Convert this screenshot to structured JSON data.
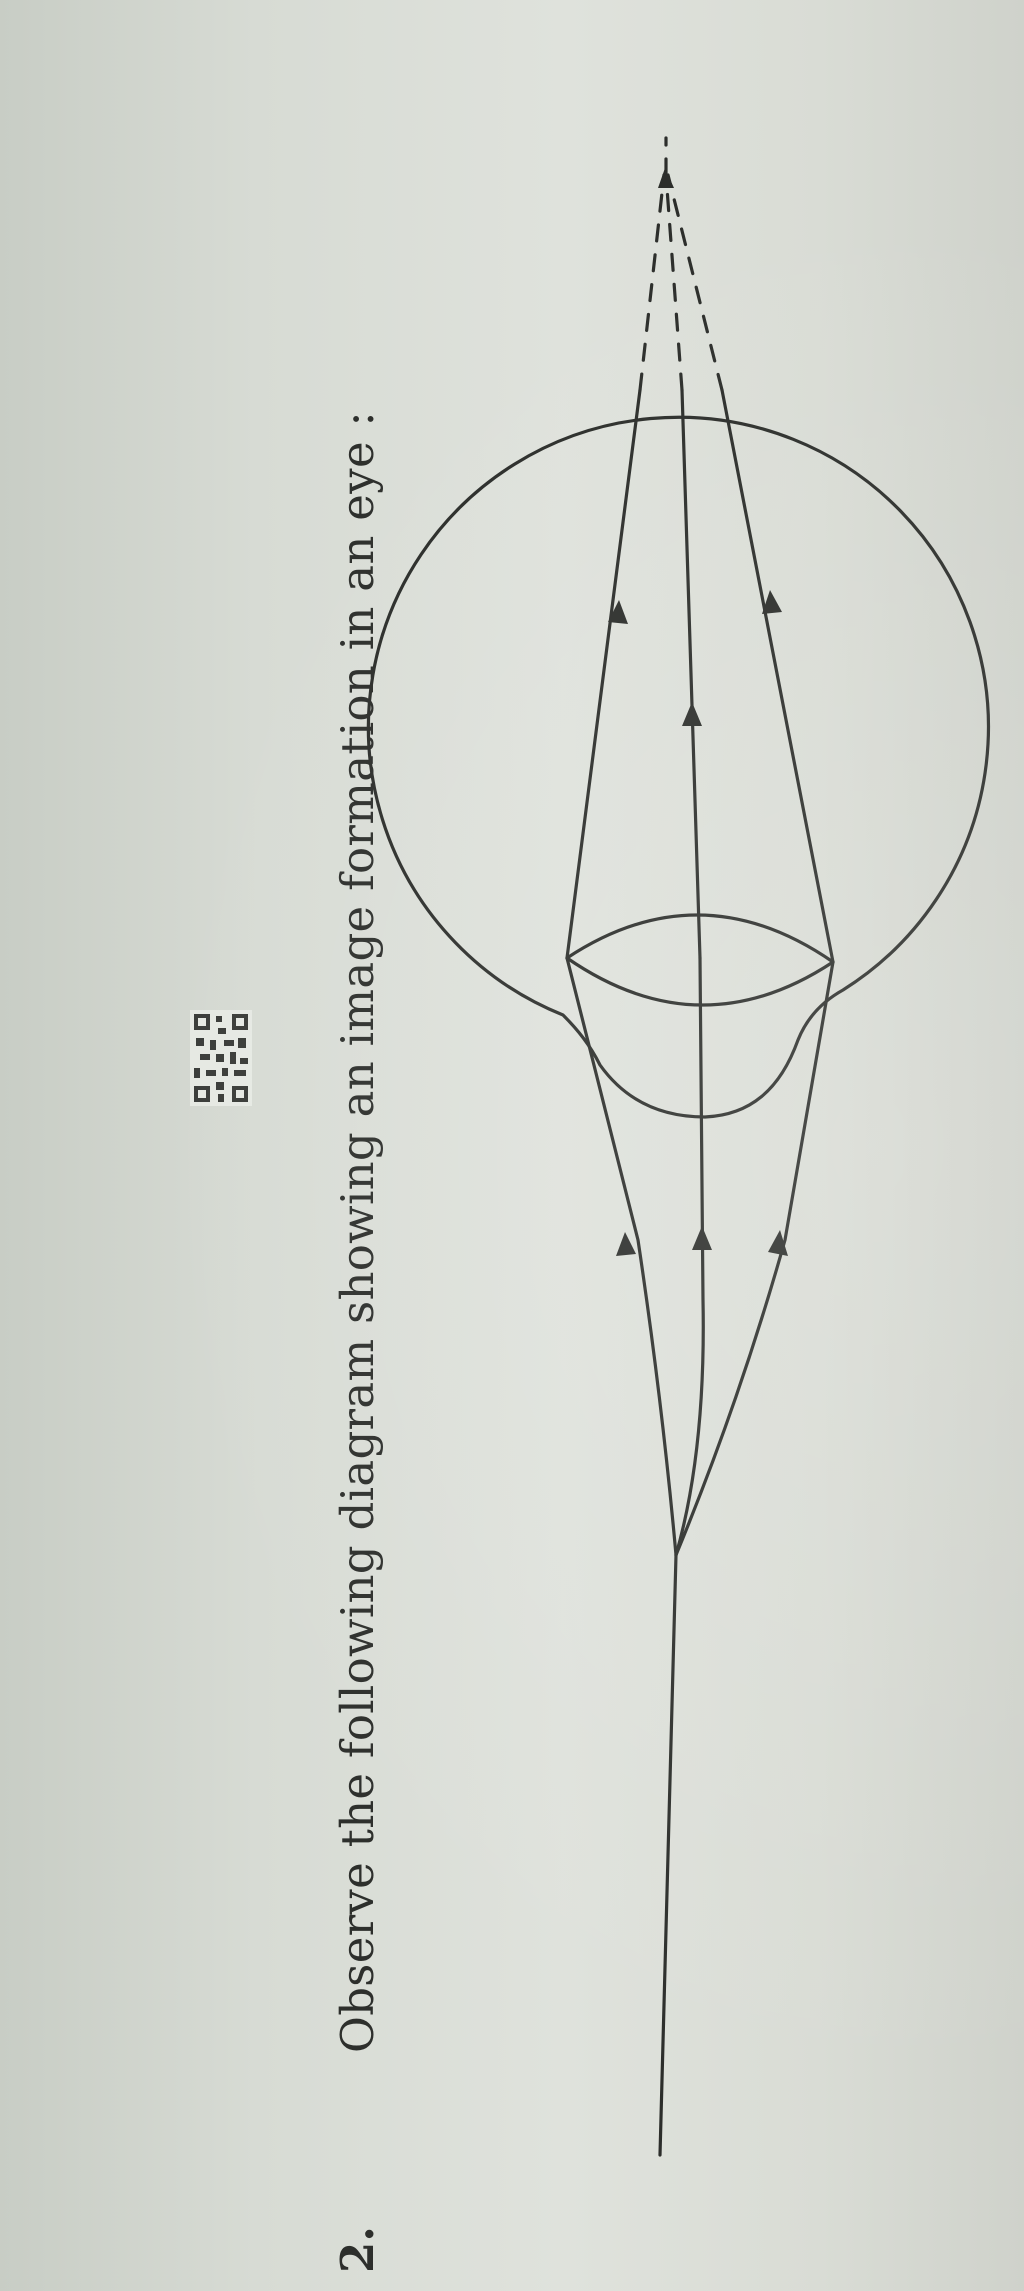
{
  "question": {
    "number": "2.",
    "text": "Observe the following diagram showing an image formation in an eye :"
  },
  "diagram": {
    "stroke_color": "#2c2e2b",
    "components": [
      "object",
      "eyeball",
      "eye-lens",
      "cornea",
      "light-rays",
      "virtual-image-extension"
    ]
  }
}
